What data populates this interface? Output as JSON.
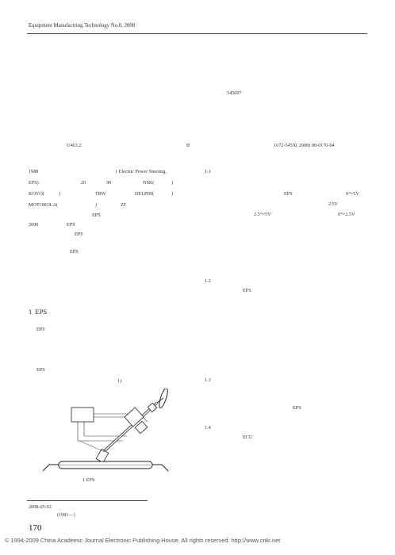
{
  "header": {
    "journal": "Equipment Manufactring Technology No.8, 2008"
  },
  "front": {
    "affiliation_code": "545007",
    "clc_code": "U463.2",
    "doc_code": "B",
    "article_id": "1672-545X( 2008) 08-0170-04"
  },
  "left_column": [
    "1988",
    "( Electric Power Steering,",
    "EPS)",
    "20",
    "90",
    "NSK(",
    ")",
    "KOYO(",
    ")",
    "TRW",
    "DELPHI(",
    ")",
    "MOTOROLA(",
    ")",
    "ZF",
    "EPS",
    "2000",
    "EPS",
    "EPS",
    "EPS"
  ],
  "section": {
    "number": "1",
    "title": "EPS"
  },
  "section_body": [
    "EPS",
    "EPS",
    "1)"
  ],
  "figure": {
    "caption": "1   EPS"
  },
  "right_column": [
    "1.1",
    "EPS",
    "0～5V",
    "2.5V",
    "2.5～5V",
    "0～2.5V",
    "1.2",
    "EPS",
    "1.3",
    "EPS",
    "1.4",
    "ECU"
  ],
  "footnote": {
    "received": "2008-05-02",
    "author": "(1981—)"
  },
  "page_number": "170",
  "copyright": "© 1994-2009 China Academic Journal Electronic Publishing House. All rights reserved.    http://www.cnki.net"
}
